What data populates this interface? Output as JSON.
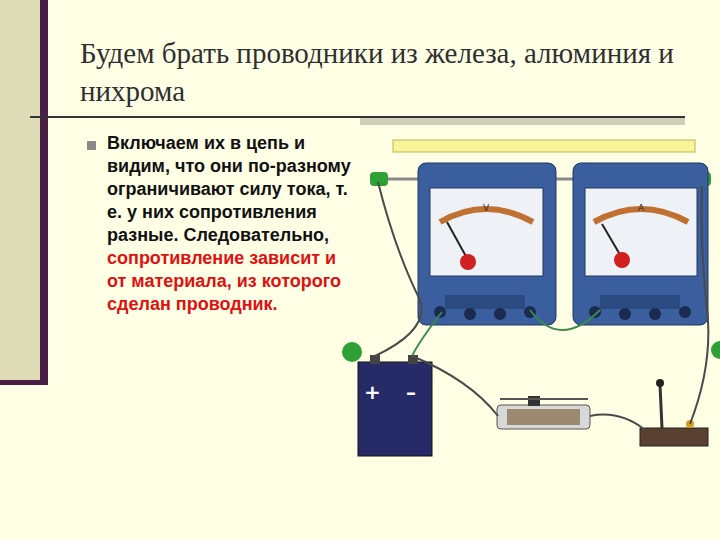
{
  "diagram": {
    "title": "Будем брать проводники из железа, алюминия и нихрома",
    "labels": [
      "Включаем их в цепь и видим, что они по-разному ограничивают силу тока, т. е. у них сопротивления разные. Следовательно,",
      "сопротивление зависит и от материала, из которого сделан проводник.",
      "V",
      "A",
      "+",
      "–"
    ]
  }
}
